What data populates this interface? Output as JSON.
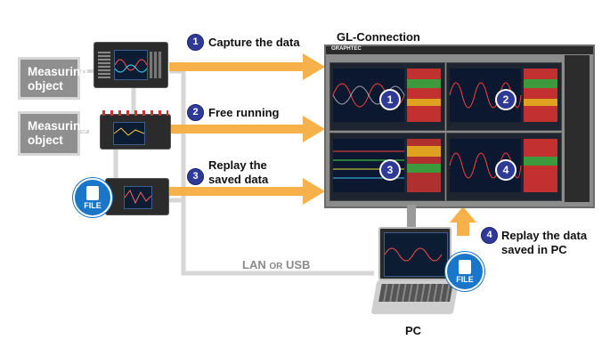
{
  "title": "GL-Connection",
  "measuring_object_1": "Measuring object",
  "measuring_object_2": "Measuring object",
  "steps": [
    {
      "num": "1",
      "label": "Capture the data"
    },
    {
      "num": "2",
      "label": "Free running"
    },
    {
      "num": "3",
      "label": "Replay the saved data"
    },
    {
      "num": "4",
      "label": "Replay the data saved in PC"
    }
  ],
  "panels": [
    "1",
    "2",
    "3",
    "4"
  ],
  "connection": {
    "lan": "LAN",
    "or": "OR",
    "usb": "USB"
  },
  "pc_label": "PC",
  "file_label_left": "FILE",
  "file_label_pc": "FILE",
  "monitor_brand": "GRAPHTEC",
  "colors": {
    "arrow": "#f6b04a",
    "line": "#d3d3d3",
    "step": "#2e3a96",
    "file": "#1976c8"
  }
}
